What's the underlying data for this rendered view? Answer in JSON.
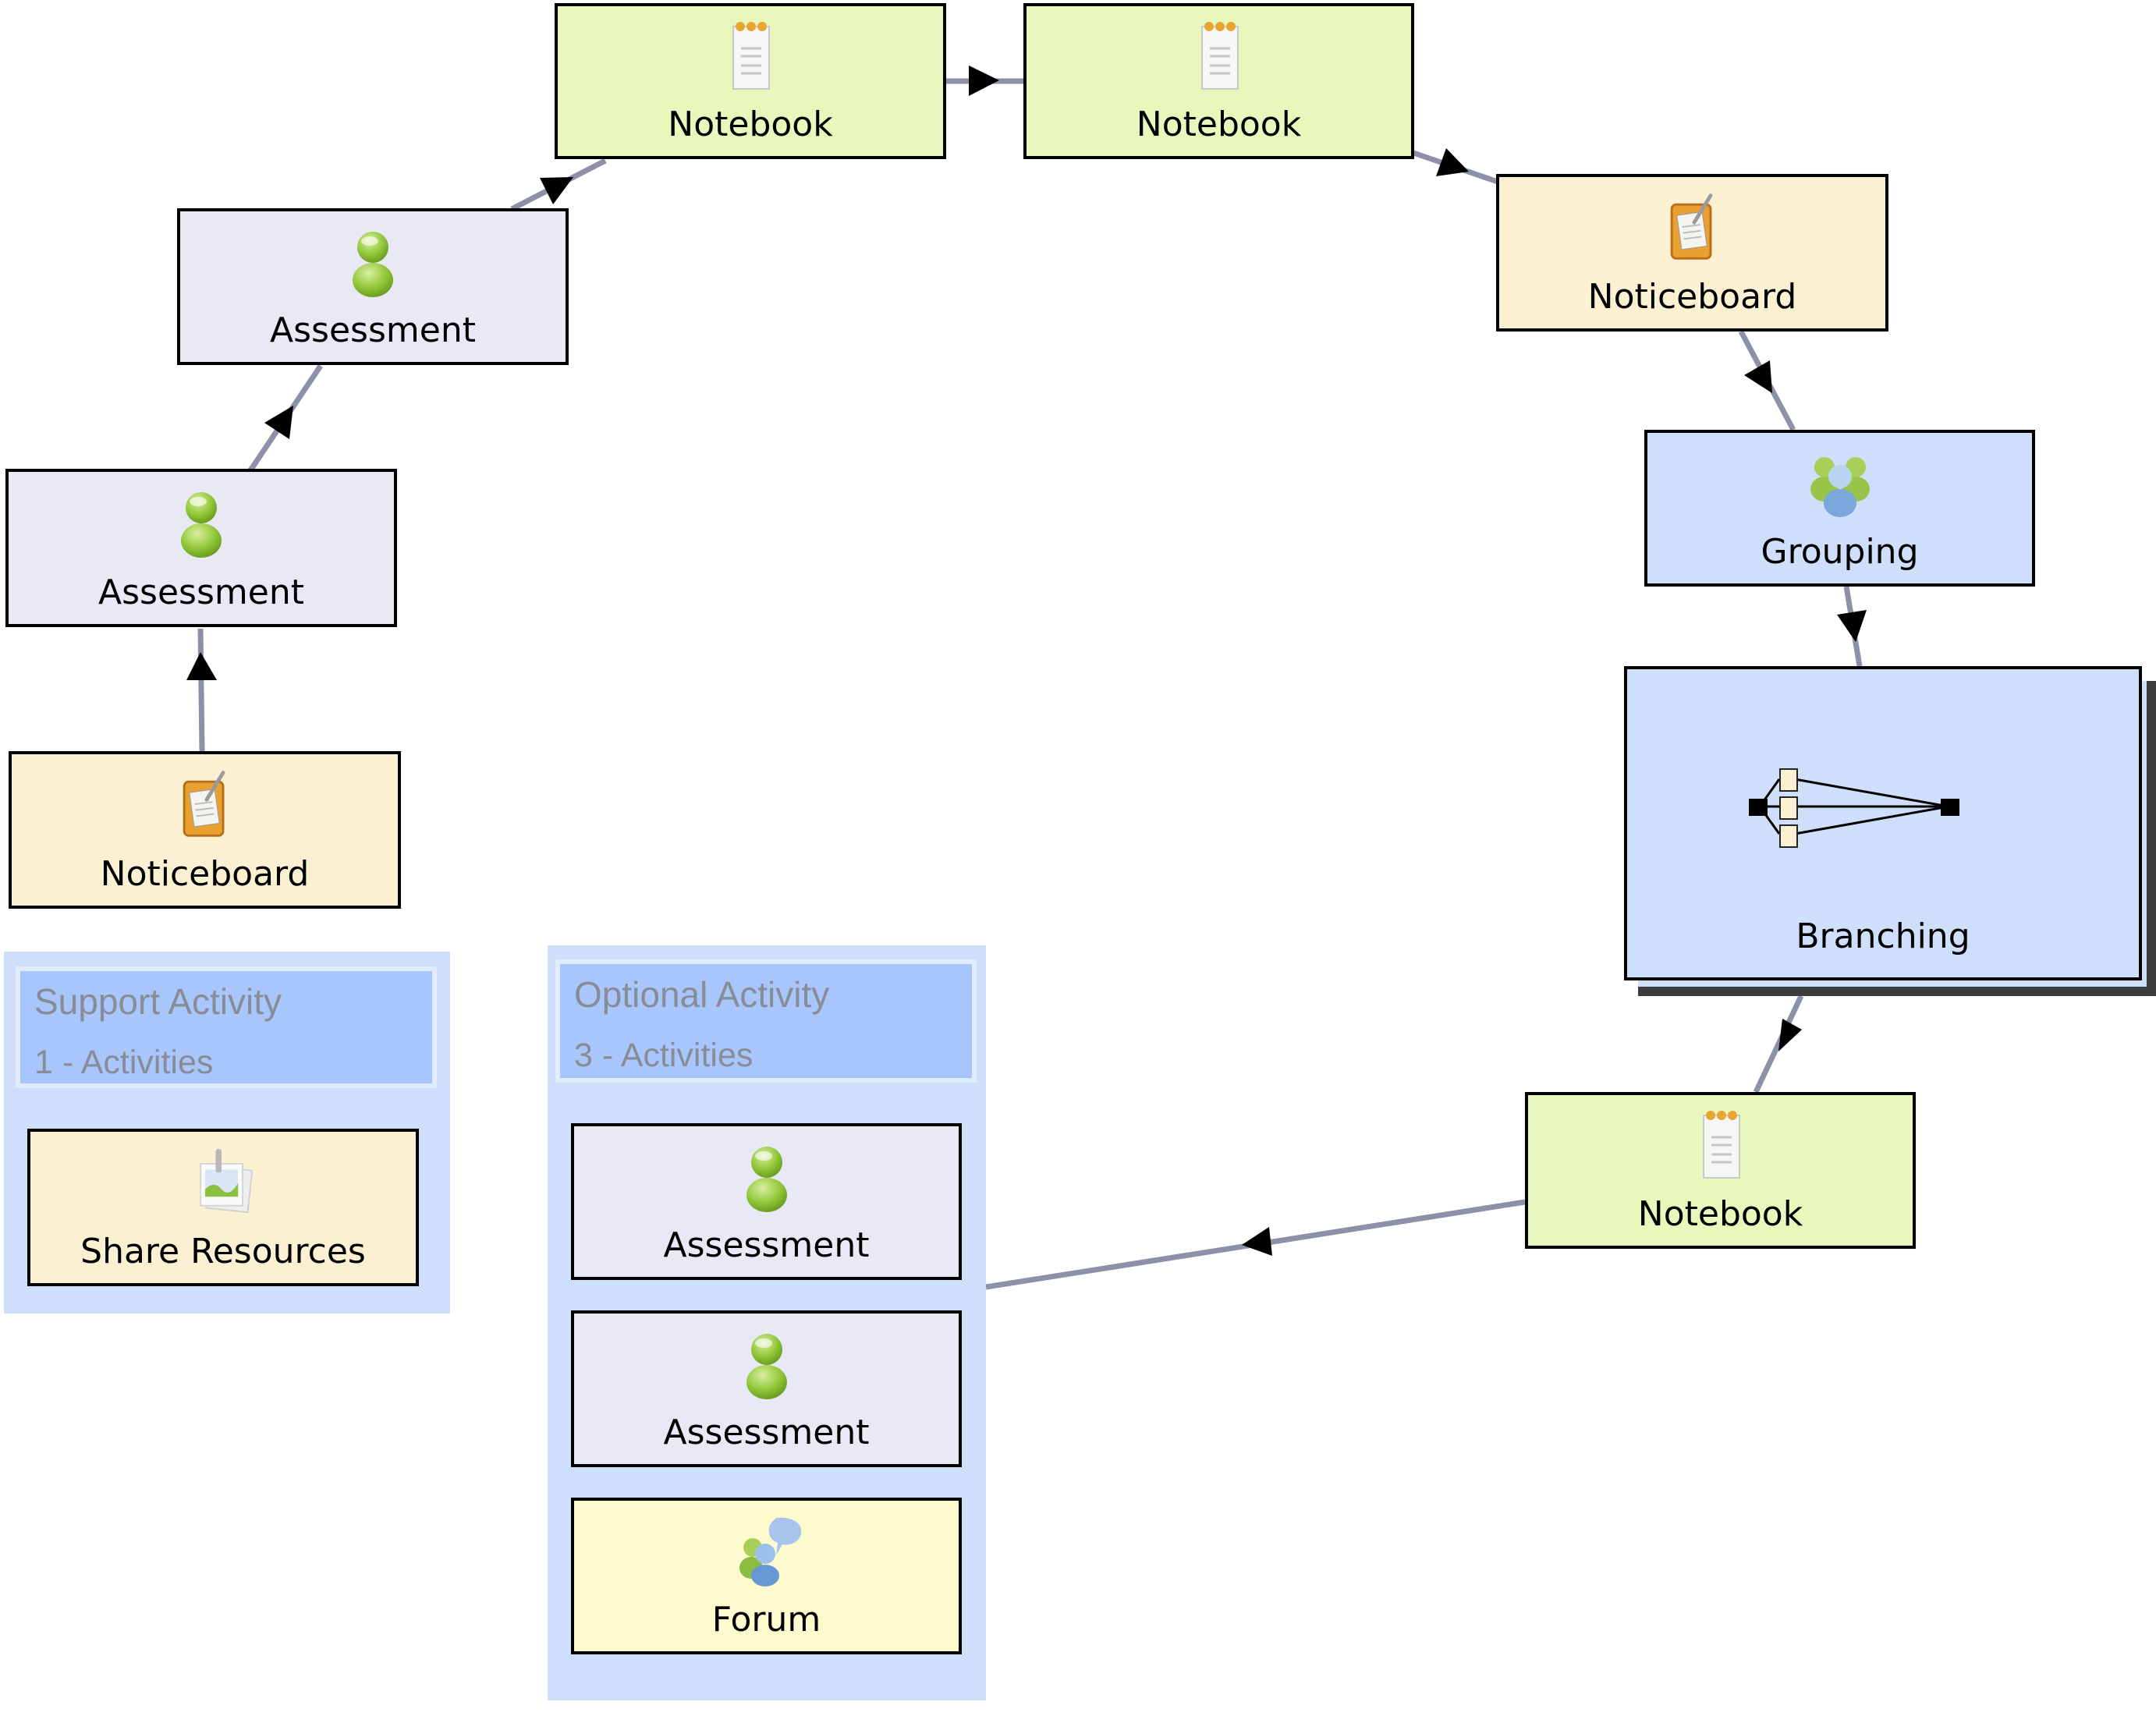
{
  "diagram": {
    "type": "learning-design-sequence",
    "colors": {
      "notebook": "#e8f8bd",
      "noticeboard": "#fcf0d2",
      "assessment": "#e9e8f5",
      "grouping": "#cfdefa",
      "branching": "#cfdefa",
      "forum": "#fdfbcd",
      "share_resources": "#fcf0d2",
      "connector": "#8d91a8",
      "container_bg": "#cfdefa",
      "container_header": "#a8c6fb",
      "container_text": "#878c96"
    },
    "activities": [
      {
        "id": "noticeboard-1",
        "label": "Noticeboard",
        "kind": "noticeboard",
        "icon": "noticeboard-icon"
      },
      {
        "id": "assessment-1",
        "label": "Assessment",
        "kind": "assessment",
        "icon": "person-icon"
      },
      {
        "id": "assessment-2",
        "label": "Assessment",
        "kind": "assessment",
        "icon": "person-icon"
      },
      {
        "id": "notebook-1",
        "label": "Notebook",
        "kind": "notebook",
        "icon": "notebook-icon"
      },
      {
        "id": "notebook-2",
        "label": "Notebook",
        "kind": "notebook",
        "icon": "notebook-icon"
      },
      {
        "id": "noticeboard-2",
        "label": "Noticeboard",
        "kind": "noticeboard",
        "icon": "noticeboard-icon"
      },
      {
        "id": "grouping-1",
        "label": "Grouping",
        "kind": "grouping",
        "icon": "group-icon"
      },
      {
        "id": "branching-1",
        "label": "Branching",
        "kind": "branching",
        "icon": "branching-icon"
      },
      {
        "id": "notebook-3",
        "label": "Notebook",
        "kind": "notebook",
        "icon": "notebook-icon"
      }
    ],
    "support_container": {
      "title": "Support Activity",
      "count_label": "1 - Activities",
      "items": [
        {
          "id": "share-resources",
          "label": "Share Resources",
          "kind": "share_resources",
          "icon": "share-resources-icon"
        }
      ]
    },
    "optional_container": {
      "title": "Optional Activity",
      "count_label": "3 - Activities",
      "items": [
        {
          "id": "opt-assessment-1",
          "label": "Assessment",
          "kind": "assessment",
          "icon": "person-icon"
        },
        {
          "id": "opt-assessment-2",
          "label": "Assessment",
          "kind": "assessment",
          "icon": "person-icon"
        },
        {
          "id": "opt-forum",
          "label": "Forum",
          "kind": "forum",
          "icon": "forum-icon"
        }
      ]
    },
    "transitions": [
      {
        "from": "noticeboard-1",
        "to": "assessment-1"
      },
      {
        "from": "assessment-1",
        "to": "assessment-2"
      },
      {
        "from": "assessment-2",
        "to": "notebook-1"
      },
      {
        "from": "notebook-1",
        "to": "notebook-2"
      },
      {
        "from": "notebook-2",
        "to": "noticeboard-2"
      },
      {
        "from": "noticeboard-2",
        "to": "grouping-1"
      },
      {
        "from": "grouping-1",
        "to": "branching-1"
      },
      {
        "from": "branching-1",
        "to": "notebook-3"
      },
      {
        "from": "notebook-3",
        "to": "optional-activity"
      }
    ]
  }
}
